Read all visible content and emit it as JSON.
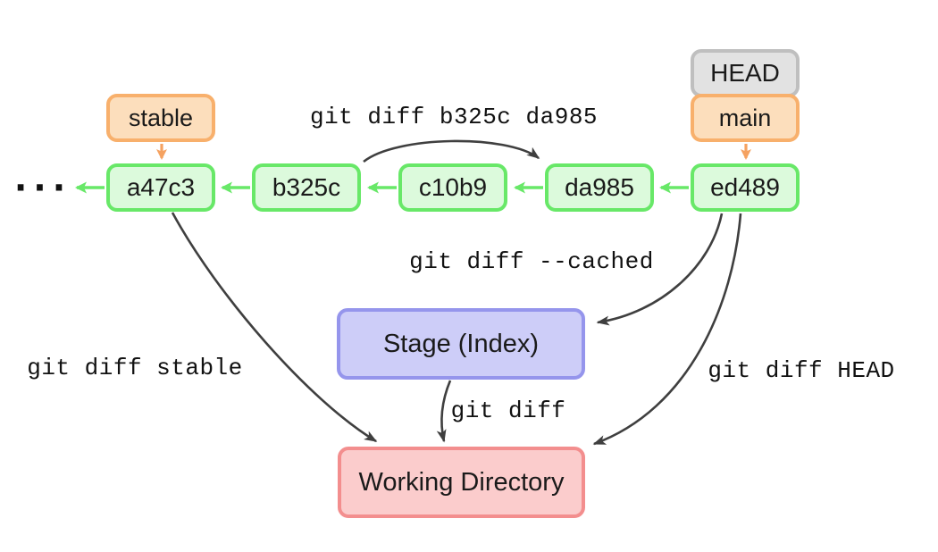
{
  "diagram": {
    "title_hint": "git diff areas diagram",
    "ellipsis": "···",
    "nodes": {
      "head": {
        "label": "HEAD"
      },
      "main": {
        "label": "main"
      },
      "stable": {
        "label": "stable"
      },
      "commits": [
        {
          "label": "a47c3"
        },
        {
          "label": "b325c"
        },
        {
          "label": "c10b9"
        },
        {
          "label": "da985"
        },
        {
          "label": "ed489"
        }
      ],
      "stage": {
        "label": "Stage (Index)"
      },
      "working_directory": {
        "label": "Working Directory"
      }
    },
    "edge_labels": {
      "diff_commits": "git diff b325c da985",
      "diff_cached": "git diff --cached",
      "diff_stable": "git diff stable",
      "diff_head": "git diff HEAD",
      "diff_plain": "git diff"
    },
    "colors": {
      "commit-border": "#68e868",
      "commit-fill": "#dcfadc",
      "branch-border": "#f8b06c",
      "branch-fill": "#fcdebc",
      "head-border": "#bfbfbf",
      "head-fill": "#e2e2e2",
      "stage-border": "#9595ec",
      "stage-fill": "#cdcdf8",
      "wd-border": "#f38e8e",
      "wd-fill": "#fbcccc",
      "arrow-dark": "#3f3f3f",
      "arrow-orange": "#f5a261",
      "text": "#1a1a1a"
    }
  }
}
